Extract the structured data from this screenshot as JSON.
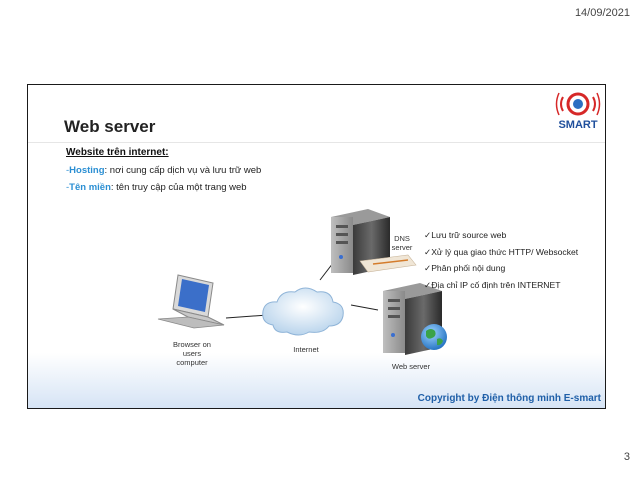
{
  "header": {
    "date": "14/09/2021"
  },
  "slide": {
    "title": "Web server",
    "logo_text": "SMART",
    "subtitle": "Website trên internet:",
    "lines": [
      {
        "dash": "-",
        "key": "Hosting",
        "rest": ": nơi cung cấp dịch vụ và lưu trữ web"
      },
      {
        "dash": "-",
        "key": "Tên miền",
        "rest": ": tên truy cập của một trang web"
      }
    ],
    "bullets": [
      "✓Lưu trữ source web",
      "✓Xử lý qua giao thức HTTP/ Websocket",
      "✓Phân phối nội dung",
      "✓Địa chỉ IP cố định trên INTERNET"
    ],
    "diagram": {
      "dns_label": [
        "DNS",
        "server"
      ],
      "browser_label": [
        "Browser on",
        "users",
        "computer"
      ],
      "internet_label": "Internet",
      "webserver_label": "Web server"
    },
    "copyright": "Copyright by Điện thông minh E-smart"
  },
  "footer": {
    "page_number": "3"
  },
  "colors": {
    "accent": "#2b8fd3",
    "copyright": "#1f5fa8",
    "logo_red": "#d62828"
  }
}
